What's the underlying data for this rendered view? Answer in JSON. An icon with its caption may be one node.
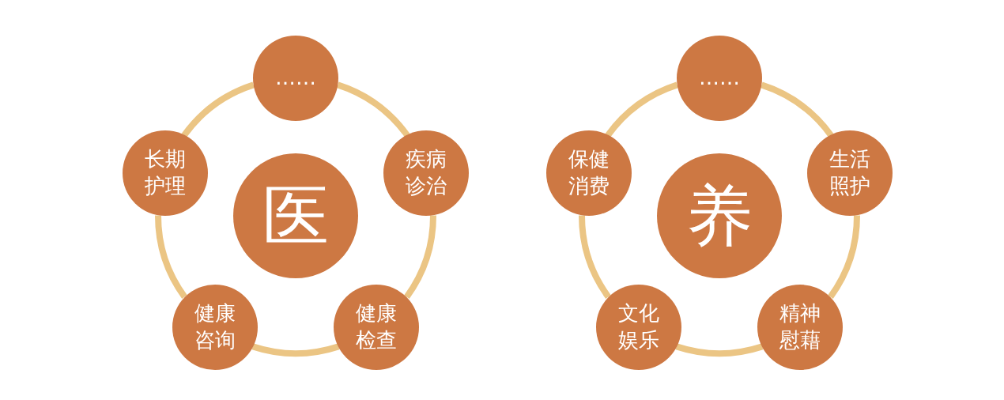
{
  "diagram": {
    "nodes": [
      {
        "text": [
          "医"
        ]
      },
      {
        "text": [
          "……"
        ]
      },
      {
        "text": [
          "疾病诊治"
        ]
      },
      {
        "text": [
          "健康检查"
        ]
      },
      {
        "text": [
          "健康咨询"
        ]
      },
      {
        "text": [
          "长期护理"
        ]
      },
      {
        "text": [
          "养"
        ]
      },
      {
        "text": [
          "……"
        ]
      },
      {
        "text": [
          "生活照护"
        ]
      },
      {
        "text": [
          "精神慰藉"
        ]
      },
      {
        "text": [
          "文化娱乐"
        ]
      },
      {
        "text": [
          "保健消费"
        ]
      }
    ],
    "edges": [
      {
        "from": 1,
        "to": 2,
        "arrow": "none"
      },
      {
        "from": 2,
        "to": 3,
        "arrow": "none"
      },
      {
        "from": 3,
        "to": 4,
        "arrow": "none"
      },
      {
        "from": 4,
        "to": 5,
        "arrow": "none"
      },
      {
        "from": 5,
        "to": 1,
        "arrow": "none"
      },
      {
        "from": 7,
        "to": 8,
        "arrow": "none"
      },
      {
        "from": 8,
        "to": 9,
        "arrow": "none"
      },
      {
        "from": 9,
        "to": 10,
        "arrow": "none"
      },
      {
        "from": 10,
        "to": 11,
        "arrow": "none"
      },
      {
        "from": 11,
        "to": 7,
        "arrow": "none"
      }
    ]
  }
}
